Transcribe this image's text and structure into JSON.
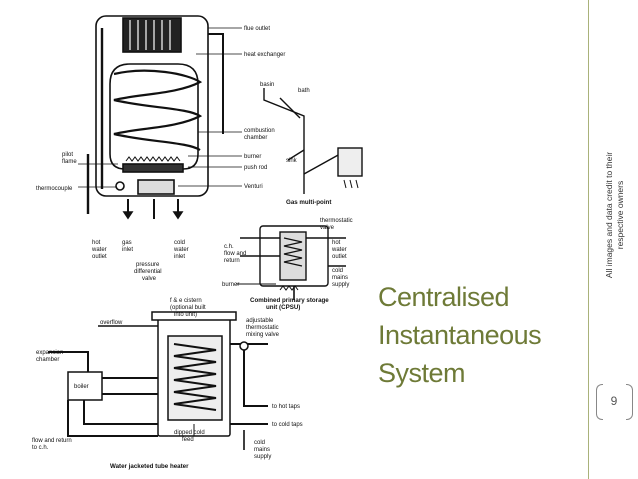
{
  "slide": {
    "title_lines": [
      "Centralised",
      "Instantaneous",
      "System"
    ],
    "credit_lines": [
      "All images and data credit to their",
      "respective owners"
    ],
    "page_number": "9"
  },
  "figure": {
    "labels": {
      "flue_outlet": "flue outlet",
      "heat_exchanger": "heat exchanger",
      "combustion_chamber": "combustion",
      "combustion_chamber2": "chamber",
      "burner": "burner",
      "push_rod": "push rod",
      "venturi": "Venturi",
      "pilot": "pilot",
      "flame": "flame",
      "thermocouple": "thermocouple",
      "hot": "hot",
      "water": "water",
      "outlet": "outlet",
      "gas": "gas",
      "inlet": "inlet",
      "cold": "cold",
      "pressure": "pressure",
      "differential": "differential",
      "valve": "valve",
      "basin": "basin",
      "bath": "bath",
      "sink": "sink",
      "gas_multipoint": "Gas multi-point",
      "thermostatic": "thermostatic",
      "thermostatic_valve2": "valve",
      "ch": "c.h.",
      "flow_and": "flow and",
      "return": "return",
      "hot_water_outlet1": "hot",
      "hot_water_outlet2": "water",
      "hot_water_outlet3": "outlet",
      "cold_mains1": "cold",
      "cold_mains2": "mains",
      "cold_mains3": "supply",
      "burner2": "burner",
      "cpsu1": "Combined primary storage",
      "cpsu2": "unit (CPSU)",
      "fe_cistern1": "f & e cistern",
      "fe_cistern2": "(optional built",
      "fe_cistern3": "into unit)",
      "overflow": "overflow",
      "adjustable1": "adjustable",
      "adjustable2": "thermostatic",
      "adjustable3": "mixing valve",
      "expansion1": "expansion",
      "expansion2": "chamber",
      "boiler": "boiler",
      "to_hot_taps": "to hot taps",
      "to_cold_taps": "to cold taps",
      "flow_return1": "flow and return",
      "flow_return2": "to c.h.",
      "dipped1": "dipped cold",
      "dipped2": "feed",
      "cold_mains_b1": "cold",
      "cold_mains_b2": "mains",
      "cold_mains_b3": "supply",
      "water_jacketed": "Water jacketed tube heater"
    }
  }
}
